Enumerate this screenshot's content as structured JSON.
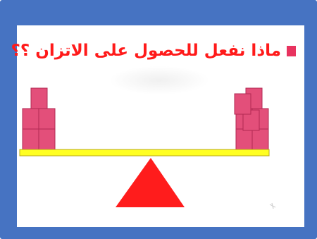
{
  "title": {
    "text": "ماذا نفعل للحصول على الاتزان ؟؟"
  },
  "colors": {
    "frame": "#4673c2",
    "title_text": "#ff1a1a",
    "bullet": "#e8335f",
    "block_fill": "#e34f7a",
    "block_stroke": "#b12a53",
    "beam_fill": "#ffff22",
    "beam_stroke": "#b9a81d",
    "fulcrum": "#ff1c1c"
  },
  "scale": {
    "left_stack_blocks": 5,
    "right_stack_blocks": 7,
    "fulcrum_shape": "triangle"
  }
}
